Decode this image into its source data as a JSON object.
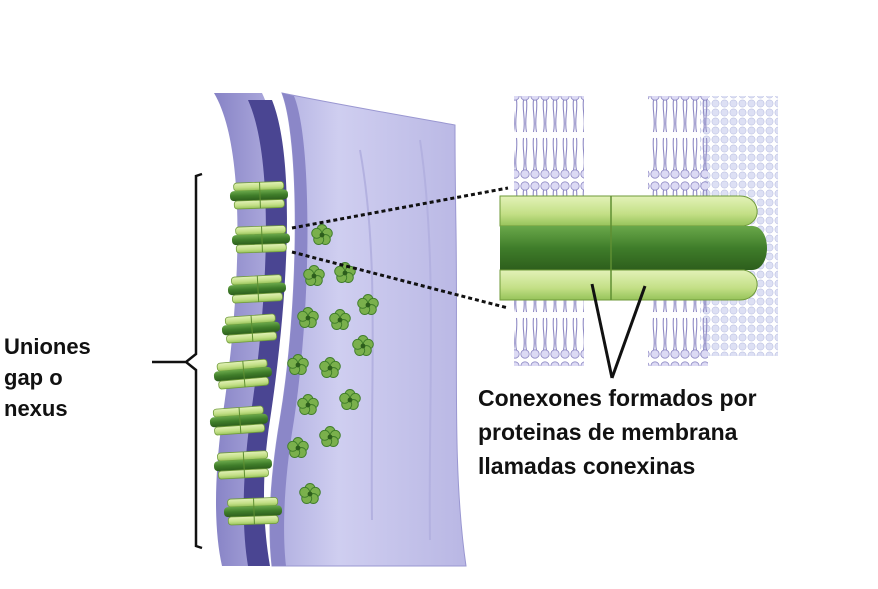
{
  "labels": {
    "left": [
      "Uniones",
      "gap o",
      "nexus"
    ],
    "right": [
      "Conexones formados por",
      "proteinas de membrana",
      "llamadas conexinas"
    ]
  },
  "colors": {
    "membrane_face": "#c7c6ec",
    "membrane_dark": "#6d68ad",
    "intercellular_gap": "#4a4592",
    "connexon_light": "#c3df86",
    "connexon_dark": "#3f7d2a",
    "bilayer_tail": "#8e89c4",
    "text": "#111111"
  }
}
